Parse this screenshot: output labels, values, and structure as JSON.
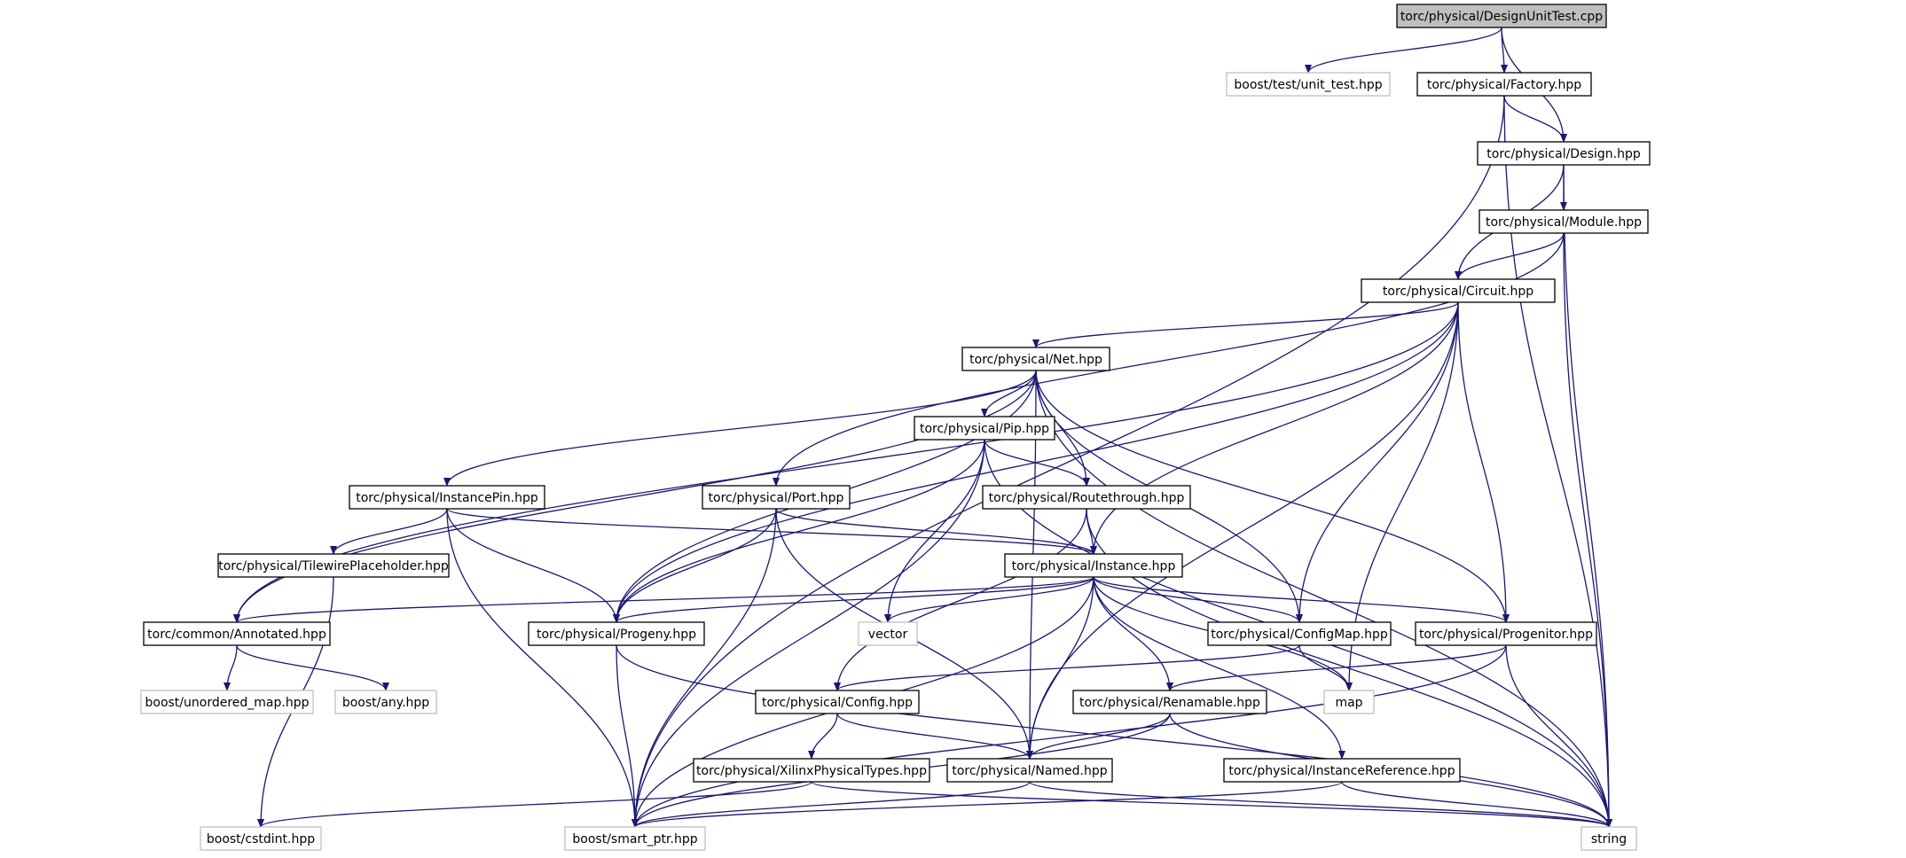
{
  "nodes": [
    {
      "id": "root",
      "label": "torc/physical/DesignUnitTest.cpp",
      "style": "root"
    },
    {
      "id": "unit_test",
      "label": "boost/test/unit_test.hpp",
      "style": "ext"
    },
    {
      "id": "factory",
      "label": "torc/physical/Factory.hpp",
      "style": "normal"
    },
    {
      "id": "design",
      "label": "torc/physical/Design.hpp",
      "style": "normal"
    },
    {
      "id": "module",
      "label": "torc/physical/Module.hpp",
      "style": "normal"
    },
    {
      "id": "circuit",
      "label": "torc/physical/Circuit.hpp",
      "style": "normal"
    },
    {
      "id": "net",
      "label": "torc/physical/Net.hpp",
      "style": "normal"
    },
    {
      "id": "pip",
      "label": "torc/physical/Pip.hpp",
      "style": "normal"
    },
    {
      "id": "instancepin",
      "label": "torc/physical/InstancePin.hpp",
      "style": "normal"
    },
    {
      "id": "port",
      "label": "torc/physical/Port.hpp",
      "style": "normal"
    },
    {
      "id": "routethrough",
      "label": "torc/physical/Routethrough.hpp",
      "style": "normal"
    },
    {
      "id": "tilewire",
      "label": "torc/physical/TilewirePlaceholder.hpp",
      "style": "normal"
    },
    {
      "id": "instance",
      "label": "torc/physical/Instance.hpp",
      "style": "normal"
    },
    {
      "id": "annotated",
      "label": "torc/common/Annotated.hpp",
      "style": "normal"
    },
    {
      "id": "progeny",
      "label": "torc/physical/Progeny.hpp",
      "style": "normal"
    },
    {
      "id": "vector",
      "label": "vector",
      "style": "ext"
    },
    {
      "id": "configmap",
      "label": "torc/physical/ConfigMap.hpp",
      "style": "normal"
    },
    {
      "id": "progenitor",
      "label": "torc/physical/Progenitor.hpp",
      "style": "normal"
    },
    {
      "id": "unordered_map",
      "label": "boost/unordered_map.hpp",
      "style": "ext"
    },
    {
      "id": "any",
      "label": "boost/any.hpp",
      "style": "ext"
    },
    {
      "id": "config",
      "label": "torc/physical/Config.hpp",
      "style": "normal"
    },
    {
      "id": "renamable",
      "label": "torc/physical/Renamable.hpp",
      "style": "normal"
    },
    {
      "id": "map",
      "label": "map",
      "style": "ext"
    },
    {
      "id": "xilinxtypes",
      "label": "torc/physical/XilinxPhysicalTypes.hpp",
      "style": "normal"
    },
    {
      "id": "named",
      "label": "torc/physical/Named.hpp",
      "style": "normal"
    },
    {
      "id": "instanceref",
      "label": "torc/physical/InstanceReference.hpp",
      "style": "normal"
    },
    {
      "id": "cstdint",
      "label": "boost/cstdint.hpp",
      "style": "ext"
    },
    {
      "id": "smart_ptr",
      "label": "boost/smart_ptr.hpp",
      "style": "ext"
    },
    {
      "id": "string",
      "label": "string",
      "style": "ext"
    }
  ],
  "edges": [
    [
      "root",
      "unit_test"
    ],
    [
      "root",
      "factory"
    ],
    [
      "root",
      "design"
    ],
    [
      "factory",
      "design"
    ],
    [
      "factory",
      "smart_ptr"
    ],
    [
      "factory",
      "string"
    ],
    [
      "design",
      "module"
    ],
    [
      "design",
      "circuit"
    ],
    [
      "design",
      "string"
    ],
    [
      "module",
      "circuit"
    ],
    [
      "module",
      "port"
    ],
    [
      "module",
      "string"
    ],
    [
      "circuit",
      "net"
    ],
    [
      "circuit",
      "instance"
    ],
    [
      "circuit",
      "annotated"
    ],
    [
      "circuit",
      "progeny"
    ],
    [
      "circuit",
      "named"
    ],
    [
      "circuit",
      "configmap"
    ],
    [
      "circuit",
      "progenitor"
    ],
    [
      "circuit",
      "map"
    ],
    [
      "net",
      "pip"
    ],
    [
      "net",
      "instancepin"
    ],
    [
      "net",
      "routethrough"
    ],
    [
      "net",
      "annotated"
    ],
    [
      "net",
      "progeny"
    ],
    [
      "net",
      "named"
    ],
    [
      "net",
      "configmap"
    ],
    [
      "net",
      "progenitor"
    ],
    [
      "net",
      "string"
    ],
    [
      "pip",
      "routethrough"
    ],
    [
      "pip",
      "progeny"
    ],
    [
      "pip",
      "vector"
    ],
    [
      "pip",
      "smart_ptr"
    ],
    [
      "pip",
      "string"
    ],
    [
      "instancepin",
      "tilewire"
    ],
    [
      "instancepin",
      "instance"
    ],
    [
      "instancepin",
      "progeny"
    ],
    [
      "instancepin",
      "smart_ptr"
    ],
    [
      "port",
      "instance"
    ],
    [
      "port",
      "progeny"
    ],
    [
      "port",
      "named"
    ],
    [
      "port",
      "smart_ptr"
    ],
    [
      "routethrough",
      "instance"
    ],
    [
      "routethrough",
      "config"
    ],
    [
      "routethrough",
      "string"
    ],
    [
      "tilewire",
      "cstdint"
    ],
    [
      "instance",
      "annotated"
    ],
    [
      "instance",
      "progeny"
    ],
    [
      "instance",
      "vector"
    ],
    [
      "instance",
      "configmap"
    ],
    [
      "instance",
      "progenitor"
    ],
    [
      "instance",
      "renamable"
    ],
    [
      "instance",
      "named"
    ],
    [
      "instance",
      "instanceref"
    ],
    [
      "instance",
      "map"
    ],
    [
      "instance",
      "smart_ptr"
    ],
    [
      "annotated",
      "unordered_map"
    ],
    [
      "annotated",
      "any"
    ],
    [
      "progeny",
      "smart_ptr"
    ],
    [
      "progeny",
      "string"
    ],
    [
      "configmap",
      "config"
    ],
    [
      "configmap",
      "map"
    ],
    [
      "progenitor",
      "renamable"
    ],
    [
      "progenitor",
      "smart_ptr"
    ],
    [
      "progenitor",
      "string"
    ],
    [
      "config",
      "xilinxtypes"
    ],
    [
      "config",
      "named"
    ],
    [
      "renamable",
      "named"
    ],
    [
      "renamable",
      "smart_ptr"
    ],
    [
      "renamable",
      "string"
    ],
    [
      "xilinxtypes",
      "cstdint"
    ],
    [
      "xilinxtypes",
      "string"
    ],
    [
      "named",
      "smart_ptr"
    ],
    [
      "named",
      "string"
    ],
    [
      "instanceref",
      "smart_ptr"
    ],
    [
      "instanceref",
      "string"
    ]
  ]
}
